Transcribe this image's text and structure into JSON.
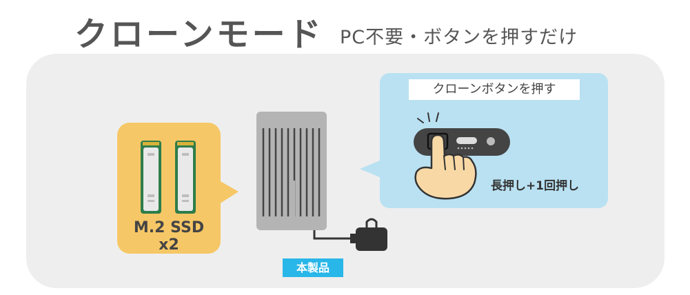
{
  "header": {
    "title": "クローンモード",
    "subtitle": "PC不要・ボタンを押すだけ"
  },
  "ssd_card": {
    "label": "M.2 SSD x2"
  },
  "product": {
    "label": "本製品"
  },
  "instruction_bubble": {
    "title": "クローンボタンを押す",
    "note": "長押し+1回押し"
  },
  "colors": {
    "panel": "#eeeeee",
    "ssd_card": "#f6c766",
    "bubble": "#b9e1f2",
    "enclosure": "#b4b4b4",
    "badge": "#29b6e8"
  },
  "icons": [
    "m2-ssd-icon",
    "ssd-enclosure-icon",
    "power-adapter-icon",
    "pressing-hand-icon",
    "clone-button-icon"
  ]
}
